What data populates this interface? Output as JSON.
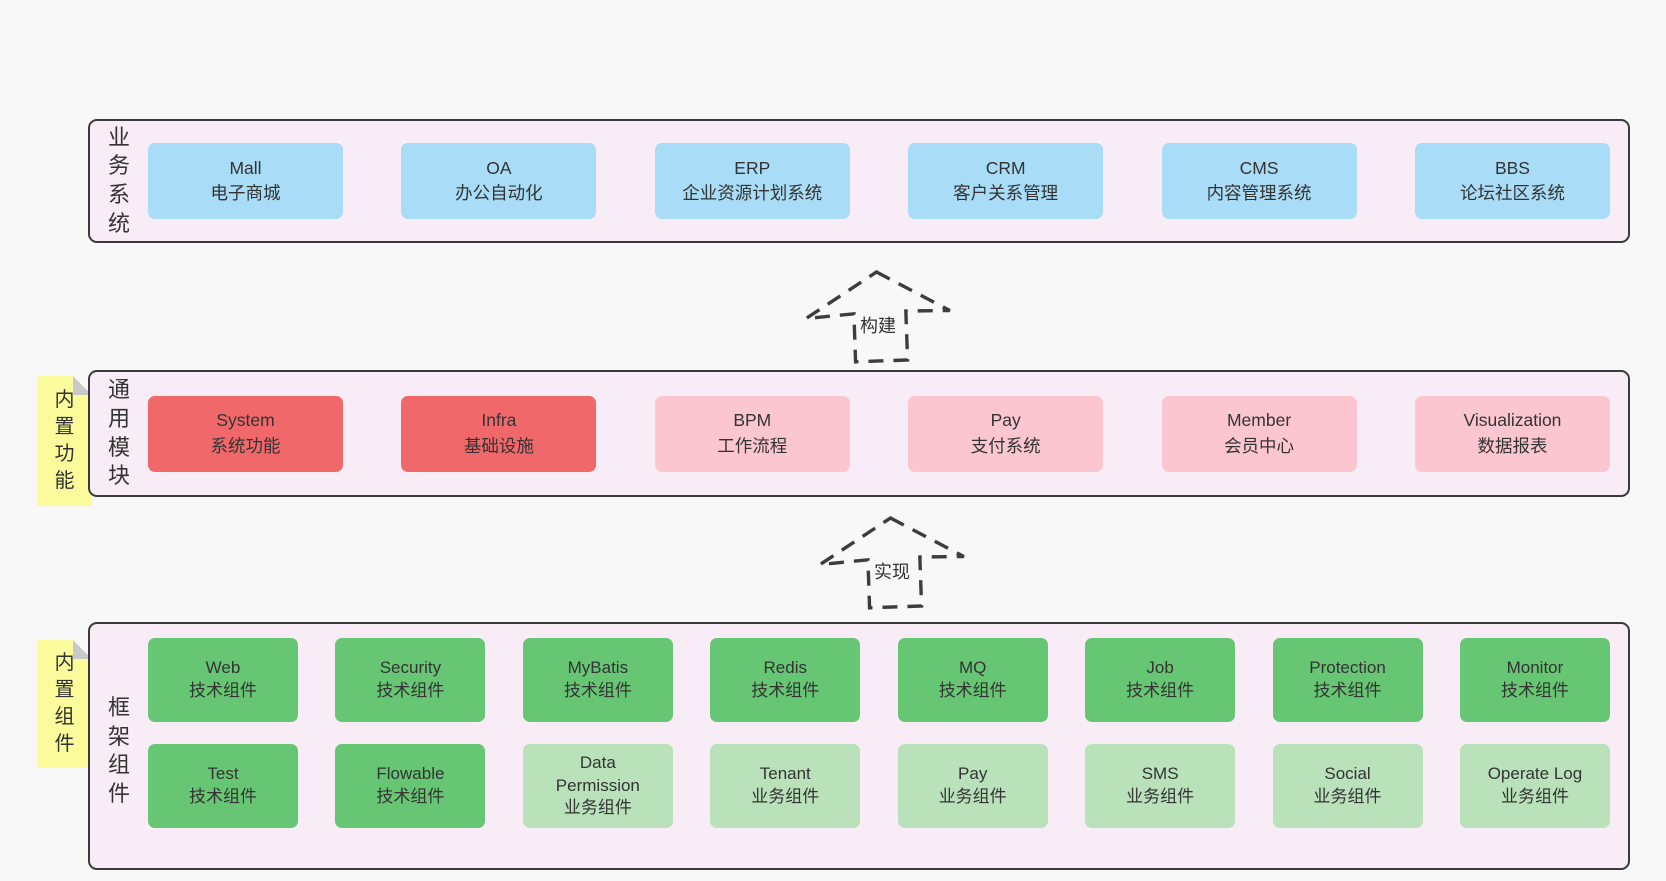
{
  "colors": {
    "page_background": "#f8f8f8",
    "band_background": "#f8edf7",
    "band_border": "#3a3a3a",
    "box_blue": "#a9dcf6",
    "box_red": "#f1686a",
    "box_pink": "#fbc6d0",
    "box_green_dark": "#67c673",
    "box_green_light": "#b9e2ba",
    "sticky_yellow": "#fbfb9c",
    "sticky_fold": "#c9c9c9",
    "arrow_stroke": "#3d3d3d",
    "text": "#333333"
  },
  "arrows": [
    {
      "label": "构建"
    },
    {
      "label": "实现"
    }
  ],
  "stickies": [
    {
      "label": "内置功能"
    },
    {
      "label": "内置组件"
    }
  ],
  "bands": [
    {
      "label": "业务系统",
      "boxes": [
        {
          "name": "Mall",
          "desc": "电子商城",
          "variant": "blue"
        },
        {
          "name": "OA",
          "desc": "办公自动化",
          "variant": "blue"
        },
        {
          "name": "ERP",
          "desc": "企业资源计划系统",
          "variant": "blue"
        },
        {
          "name": "CRM",
          "desc": "客户关系管理",
          "variant": "blue"
        },
        {
          "name": "CMS",
          "desc": "内容管理系统",
          "variant": "blue"
        },
        {
          "name": "BBS",
          "desc": "论坛社区系统",
          "variant": "blue"
        }
      ]
    },
    {
      "label": "通用模块",
      "boxes": [
        {
          "name": "System",
          "desc": "系统功能",
          "variant": "red"
        },
        {
          "name": "Infra",
          "desc": "基础设施",
          "variant": "red"
        },
        {
          "name": "BPM",
          "desc": "工作流程",
          "variant": "pink"
        },
        {
          "name": "Pay",
          "desc": "支付系统",
          "variant": "pink"
        },
        {
          "name": "Member",
          "desc": "会员中心",
          "variant": "pink"
        },
        {
          "name": "Visualization",
          "desc": "数据报表",
          "variant": "pink"
        }
      ]
    },
    {
      "label": "框架组件",
      "rows": [
        {
          "boxes": [
            {
              "name": "Web",
              "desc": "技术组件",
              "variant": "green-dark"
            },
            {
              "name": "Security",
              "desc": "技术组件",
              "variant": "green-dark"
            },
            {
              "name": "MyBatis",
              "desc": "技术组件",
              "variant": "green-dark"
            },
            {
              "name": "Redis",
              "desc": "技术组件",
              "variant": "green-dark"
            },
            {
              "name": "MQ",
              "desc": "技术组件",
              "variant": "green-dark"
            },
            {
              "name": "Job",
              "desc": "技术组件",
              "variant": "green-dark"
            },
            {
              "name": "Protection",
              "desc": "技术组件",
              "variant": "green-dark"
            },
            {
              "name": "Monitor",
              "desc": "技术组件",
              "variant": "green-dark"
            }
          ]
        },
        {
          "boxes": [
            {
              "name": "Test",
              "desc": "技术组件",
              "variant": "green-dark"
            },
            {
              "name": "Flowable",
              "desc": "技术组件",
              "variant": "green-dark"
            },
            {
              "name": "Data Permission",
              "desc": "业务组件",
              "variant": "green-light"
            },
            {
              "name": "Tenant",
              "desc": "业务组件",
              "variant": "green-light"
            },
            {
              "name": "Pay",
              "desc": "业务组件",
              "variant": "green-light"
            },
            {
              "name": "SMS",
              "desc": "业务组件",
              "variant": "green-light"
            },
            {
              "name": "Social",
              "desc": "业务组件",
              "variant": "green-light"
            },
            {
              "name": "Operate Log",
              "desc": "业务组件",
              "variant": "green-light"
            }
          ]
        }
      ]
    }
  ]
}
